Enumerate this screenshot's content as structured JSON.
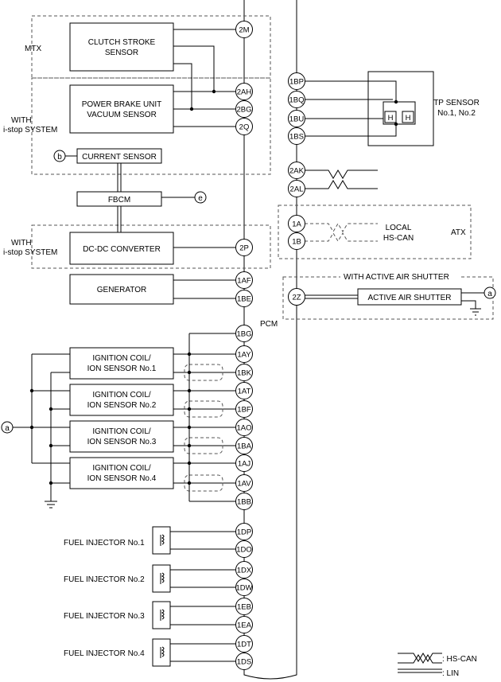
{
  "pcm": {
    "label": "PCM"
  },
  "pins_left": [
    "2M",
    "2AH",
    "2BG",
    "2Q",
    "2P",
    "1AF",
    "1BE",
    "1BG",
    "1AY",
    "1BK",
    "1AT",
    "1BF",
    "1AO",
    "1BA",
    "1AJ",
    "1AV",
    "1BB",
    "1DP",
    "1DO",
    "1DX",
    "1DW",
    "1EB",
    "1EA",
    "1DT",
    "1DS"
  ],
  "pins_right": [
    "1BP",
    "1BQ",
    "1BU",
    "1BS",
    "2AK",
    "2AL",
    "1A",
    "1B",
    "2Z"
  ],
  "components": {
    "clutch": [
      "CLUTCH STROKE",
      "SENSOR"
    ],
    "brake": [
      "POWER BRAKE UNIT",
      "VACUUM SENSOR"
    ],
    "current_sensor": "CURRENT SENSOR",
    "fbcm": "FBCM",
    "dcdc": "DC-DC CONVERTER",
    "generator": "GENERATOR",
    "ignition": [
      [
        "IGNITION COIL/",
        "ION SENSOR No.1"
      ],
      [
        "IGNITION COIL/",
        "ION SENSOR No.2"
      ],
      [
        "IGNITION COIL/",
        "ION SENSOR No.3"
      ],
      [
        "IGNITION COIL/",
        "ION SENSOR No.4"
      ]
    ],
    "injectors": [
      "FUEL INJECTOR No.1",
      "FUEL INJECTOR No.2",
      "FUEL INJECTOR No.3",
      "FUEL INJECTOR No.4"
    ],
    "tp_sensor": [
      "TP SENSOR",
      "No.1, No.2"
    ],
    "tp_h": "H",
    "local_can": [
      "LOCAL",
      "HS-CAN"
    ],
    "active_air_shutter": "ACTIVE AIR SHUTTER"
  },
  "groups": {
    "mtx": "MTX",
    "istop1": [
      "WITH",
      "i-stop SYSTEM"
    ],
    "istop2": [
      "WITH",
      "i-stop SYSTEM"
    ],
    "atx": "ATX",
    "active_air": "WITH ACTIVE AIR SHUTTER"
  },
  "connectors": {
    "a": "a",
    "b": "b",
    "e": "e"
  },
  "legend": {
    "hs_can": ": HS-CAN",
    "lin": ": LIN"
  }
}
